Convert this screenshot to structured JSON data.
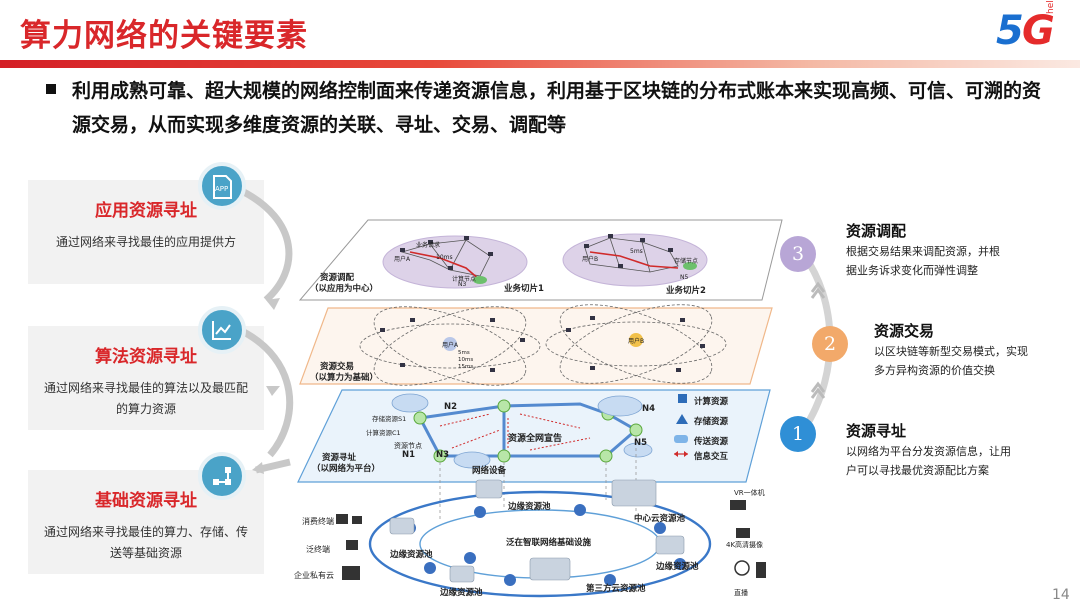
{
  "header": {
    "title": "算力网络的关键要素",
    "logo_text": "5G",
    "logo_sub": "hello"
  },
  "bullet": "利用成熟可靠、超大规模的网络控制面来传递资源信息，利用基于区块链的分布式账本来实现高频、可信、可溯的资源交易，从而实现多维度资源的关联、寻址、交易、调配等",
  "cards": [
    {
      "title": "应用资源寻址",
      "desc": "通过网络来寻找最佳的应用提供方",
      "icon": "app-icon"
    },
    {
      "title": "算法资源寻址",
      "desc": "通过网络来寻找最佳的算法以及最匹配的算力资源",
      "icon": "chart-icon"
    },
    {
      "title": "基础资源寻址",
      "desc": "通过网络来寻找最佳的算力、存储、传送等基础资源",
      "icon": "network-icon"
    }
  ],
  "steps": [
    {
      "num": "3",
      "title": "资源调配",
      "desc_lines": [
        "根据交易结果来调配资源，并根",
        "据业务诉求变化而弹性调整"
      ],
      "color": "#b8a6d6"
    },
    {
      "num": "2",
      "title": "资源交易",
      "desc_lines": [
        "以区块链等新型交易模式，实现",
        "多方异构资源的价值交换"
      ],
      "color": "#f2a96a"
    },
    {
      "num": "1",
      "title": "资源寻址",
      "desc_lines": [
        "以网络为平台分发资源信息，让用",
        "户可以寻找最优资源配比方案"
      ],
      "color": "#2f8fd6"
    }
  ],
  "page_number": "14",
  "diagram": {
    "layer3_label": [
      "资源调配",
      "（以应用为中心）"
    ],
    "slice1": "业务切片1",
    "slice2": "业务切片2",
    "slice1_labels": {
      "req": "业务请求",
      "user": "用户A",
      "lat": "10ms",
      "node": "计算节点",
      "n3": "N3"
    },
    "slice2_labels": {
      "user": "用户B",
      "lat": "5ms",
      "node": "存储节点",
      "n5": "N5"
    },
    "layer2_label": [
      "资源交易",
      "（以算力为基础）"
    ],
    "layer2_users": [
      "用户A",
      "用户B"
    ],
    "layer2_lat": [
      "5ms",
      "10ms",
      "15ms"
    ],
    "layer1_label": [
      "资源寻址",
      "（以网络为平台）"
    ],
    "nodes": {
      "n1": "N1",
      "n2": "N2",
      "n3": "N3",
      "n4": "N4",
      "n5": "N5"
    },
    "res_labels": {
      "storage": "存储资源S1",
      "compute": "计算资源C1",
      "node": "资源节点"
    },
    "center": "资源全网宣告",
    "device": "网络设备",
    "legend": [
      "计算资源",
      "存储资源",
      "传送资源",
      "信息交互"
    ],
    "infra": "泛在智联网络基础设施",
    "pools": {
      "edge": "边缘资源池",
      "center": "中心云资源池",
      "third": "第三方云资源池"
    },
    "terminals": [
      "消费终端",
      "泛终端",
      "企业私有云"
    ],
    "right_dev": [
      "VR一体机",
      "4K高清摄像",
      "直播"
    ]
  }
}
